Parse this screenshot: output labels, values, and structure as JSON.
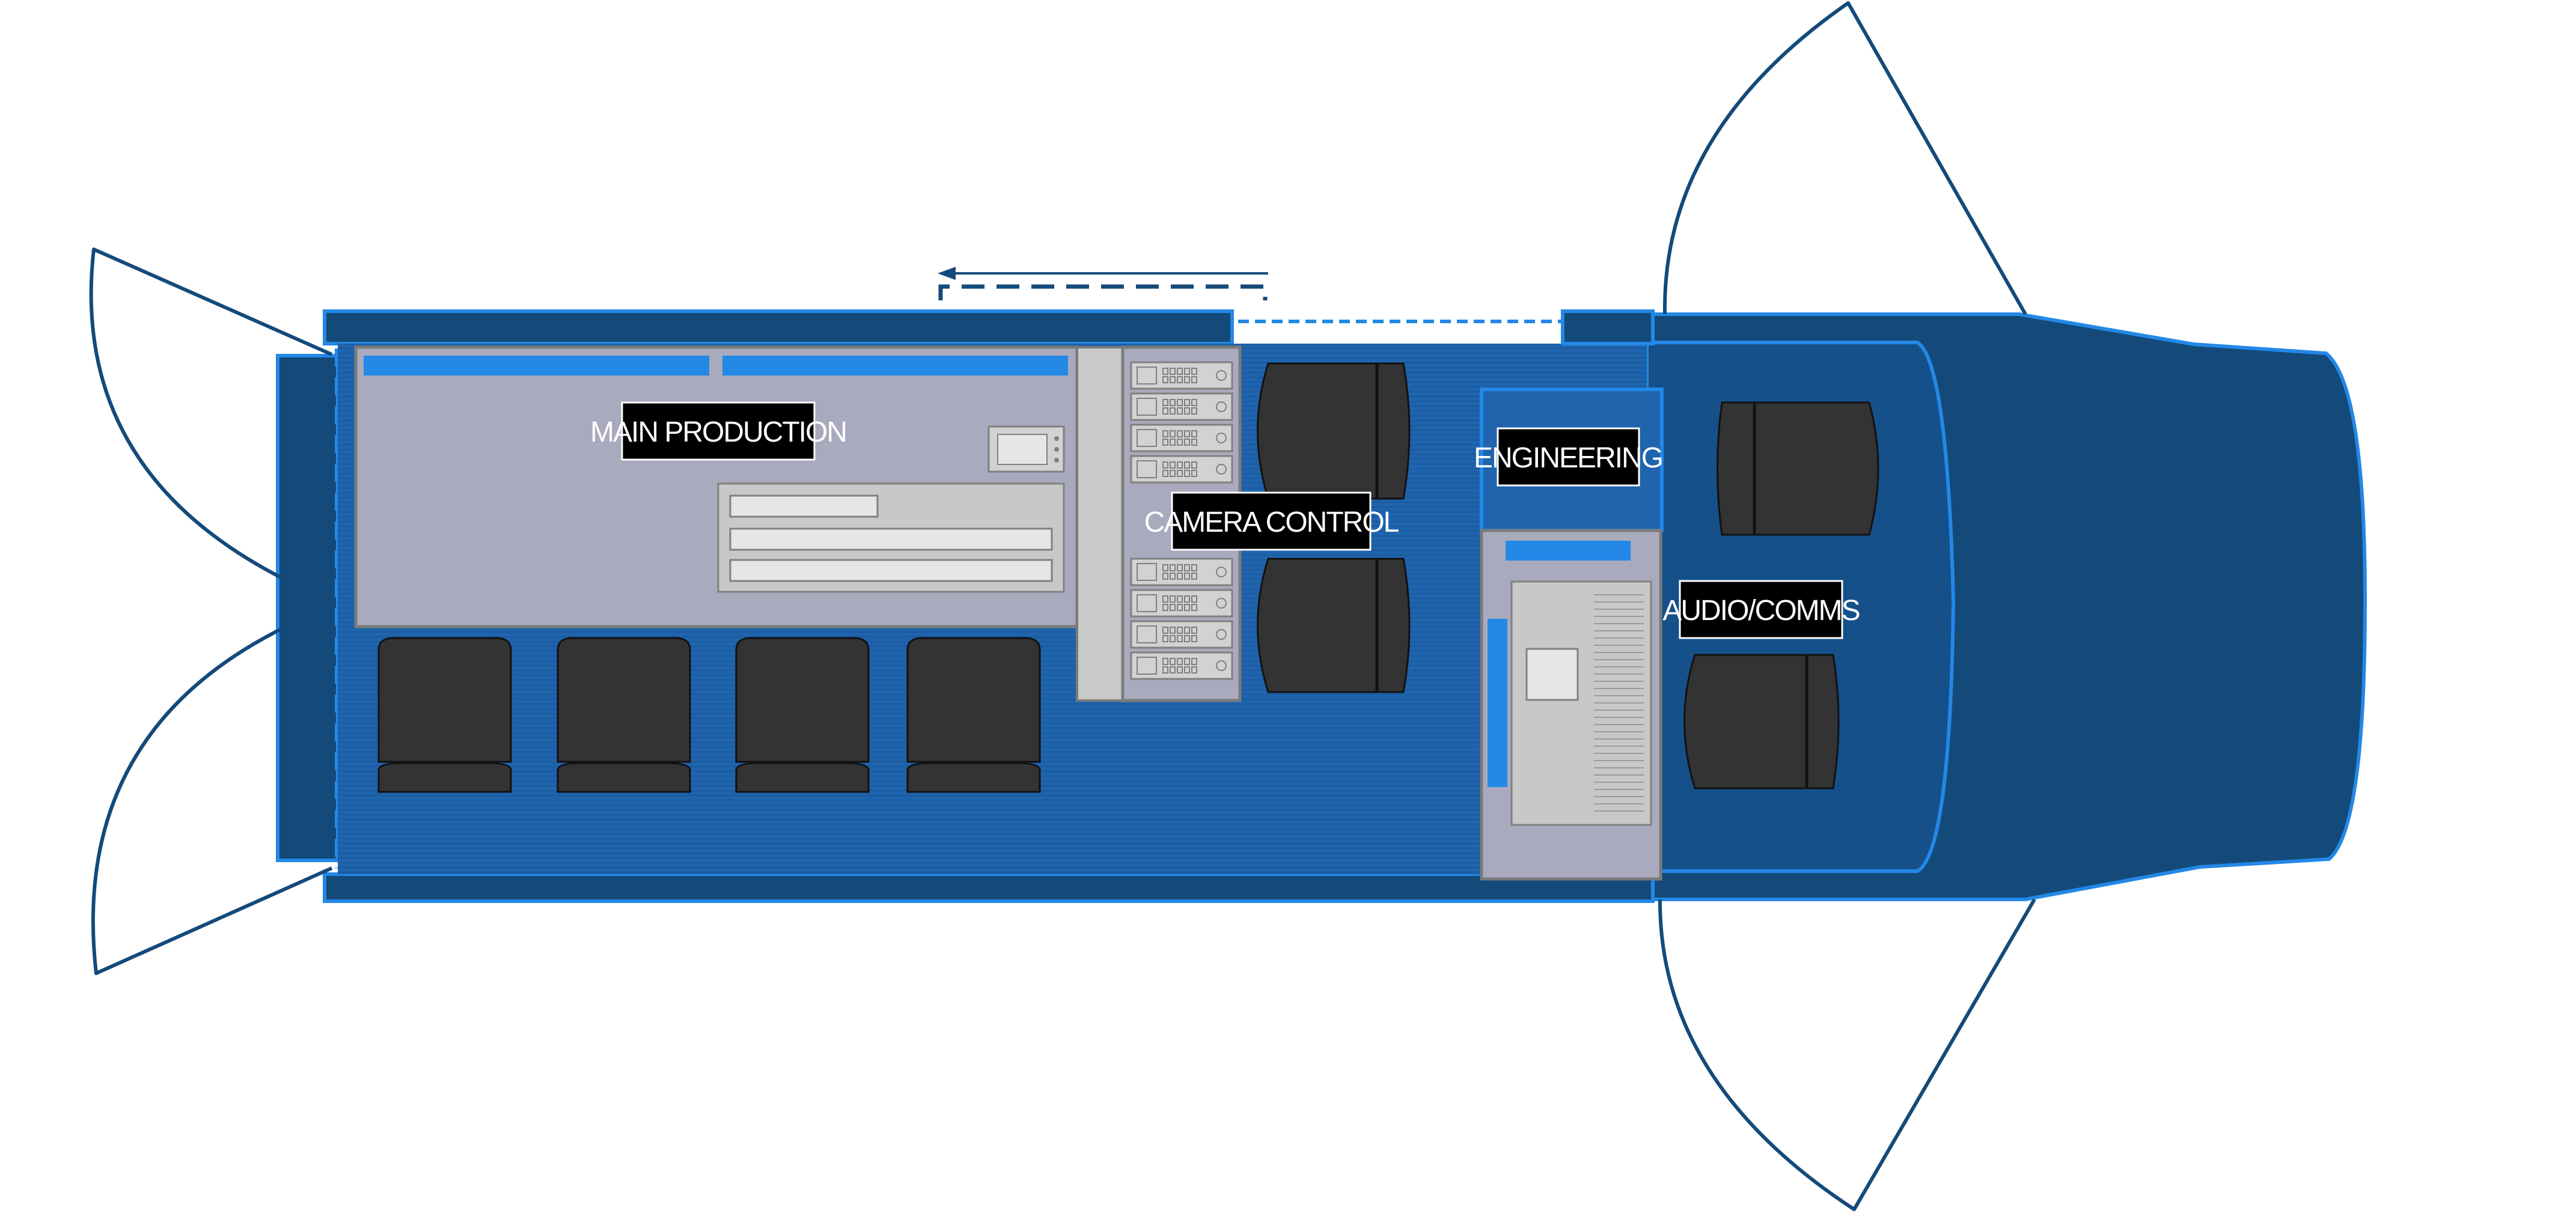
{
  "labels": {
    "main_production": "MAIN PRODUCTION",
    "camera_control": "CAMERA CONTROL",
    "engineering": "ENGINEERING",
    "audio_comms": "AUDIO/COMMS"
  },
  "colors": {
    "dark_navy": "#134a7a",
    "mid_blue": "#1f64ad",
    "bright_blue": "#2388e6",
    "panel_grey": "#a9aabd",
    "seat_grey": "#333333",
    "label_bg": "#000000",
    "label_text": "#ffffff"
  },
  "icons": {
    "slide_out_arrow": "arrow-left-icon",
    "seat": "chair-icon",
    "equipment_rack": "rack-unit-icon",
    "monitor": "monitor-icon"
  }
}
